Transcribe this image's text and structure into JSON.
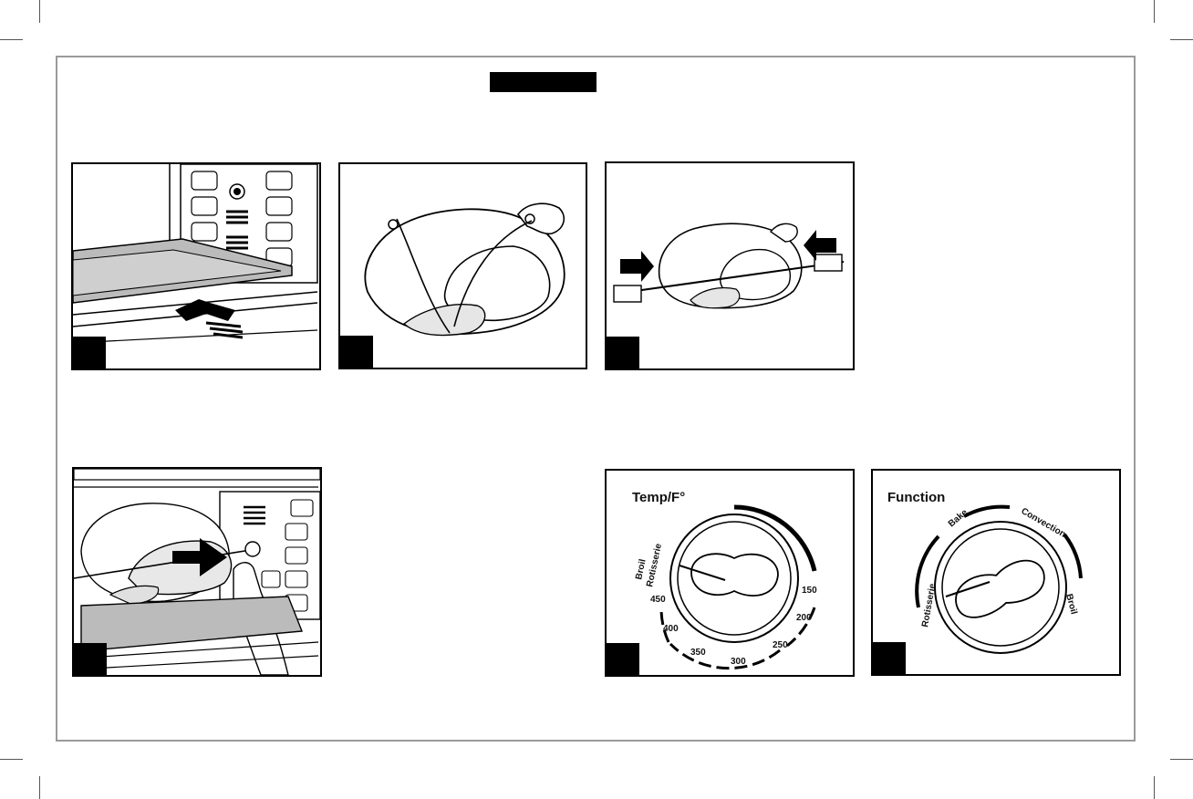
{
  "header": {
    "label": ""
  },
  "steps": [
    {
      "label": ""
    },
    {
      "label": ""
    },
    {
      "label": ""
    },
    {
      "label": ""
    },
    {
      "label": ""
    },
    {
      "label": ""
    }
  ],
  "temp_dial": {
    "title": "Temp/F°",
    "settings": [
      "Broil",
      "Rotisserie"
    ],
    "scale": [
      "450",
      "400",
      "350",
      "300",
      "250",
      "200",
      "150"
    ]
  },
  "function_dial": {
    "title": "Function",
    "options": [
      "Rotisserie",
      "Bake",
      "Convection",
      "Broil"
    ]
  }
}
